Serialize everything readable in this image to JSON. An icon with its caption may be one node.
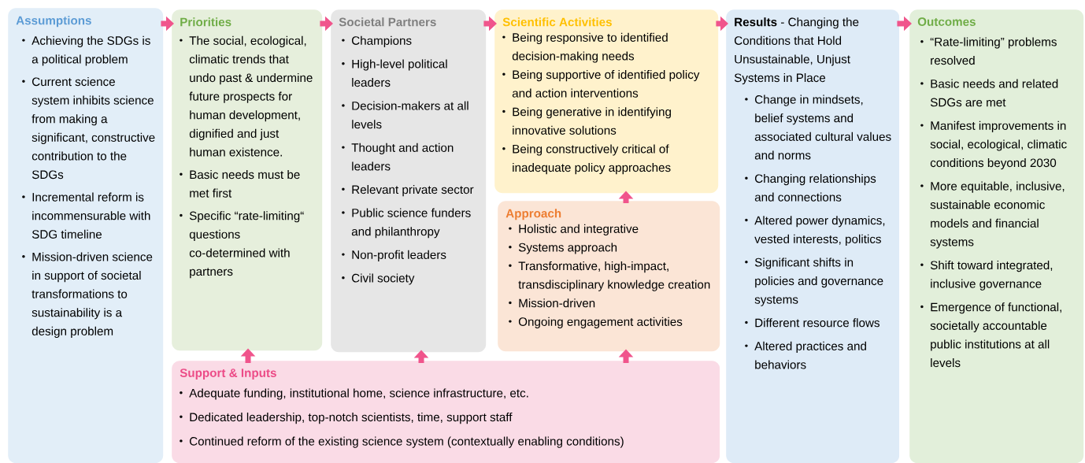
{
  "diagram": {
    "nodes": [
      {
        "text": [
          "Assumptions",
          "Achieving the SDGs is a political problem",
          "Current science system inhibits science from making a significant, constructive contribution to the SDGs",
          "Incremental reform is incommensurable with SDG timeline",
          "Mission-driven science in support of societal transformations to sustainability is a design problem"
        ]
      },
      {
        "text": [
          "Priorities",
          "The social, ecological, climatic trends that undo past & undermine future prospects for human development, dignified and just human existence.",
          "Basic needs must be met first",
          "Specific “rate-limiting“ questions co-determined with partners"
        ]
      },
      {
        "text": [
          "Societal Partners",
          "Champions",
          "High-level political leaders",
          "Decision-makers at all levels",
          "Thought and action leaders",
          "Relevant private sector",
          "Public science funders and philanthropy",
          "Non-profit leaders",
          "Civil society"
        ]
      },
      {
        "text": [
          "Scientific Activities",
          "Being responsive to identified decision-making needs",
          "Being supportive of identified policy and action interventions",
          "Being generative in identifying innovative solutions",
          "Being constructively critical of inadequate policy approaches"
        ]
      },
      {
        "text": [
          "Approach",
          "Holistic and integrative",
          "Systems approach",
          "Transformative, high-impact, transdisciplinary knowledge creation",
          "Mission-driven",
          "Ongoing engagement activities"
        ]
      },
      {
        "text": [
          "Support & Inputs",
          "Adequate funding, institutional home, science infrastructure, etc.",
          "Dedicated leadership, top-notch scientists, time, support staff",
          "Continued reform of the existing science system (contextually enabling conditions)"
        ]
      },
      {
        "text": [
          "**Results** - Changing the Conditions that Hold Unsustainable, Unjust Systems in Place",
          "Change in mindsets, belief systems and associated cultural values and norms",
          "Changing relationships and connections",
          "Altered power dynamics, vested interests, politics",
          "Significant shifts in policies and governance systems",
          "Different resource flows",
          "Altered practices and behaviors"
        ]
      },
      {
        "text": [
          "Outcomes",
          "“Rate-limiting” problems resolved",
          "Basic needs and related SDGs are met",
          "Manifest improvements in social, ecological, climatic conditions beyond 2030",
          "More equitable, inclusive, sustainable economic models and financial systems",
          "Shift toward integrated, inclusive governance",
          "Emergence of functional, societally accountable public institutions at all levels"
        ]
      }
    ],
    "edges": [
      {
        "from": 0,
        "to": 1,
        "arrow": "to"
      },
      {
        "from": 1,
        "to": 2,
        "arrow": "to"
      },
      {
        "from": 2,
        "to": 3,
        "arrow": "to"
      },
      {
        "from": 3,
        "to": 6,
        "arrow": "to"
      },
      {
        "from": 6,
        "to": 7,
        "arrow": "to"
      },
      {
        "from": 5,
        "to": 1,
        "arrow": "to"
      },
      {
        "from": 5,
        "to": 2,
        "arrow": "to"
      },
      {
        "from": 5,
        "to": 4,
        "arrow": "to"
      },
      {
        "from": 4,
        "to": 3,
        "arrow": "to"
      }
    ]
  }
}
